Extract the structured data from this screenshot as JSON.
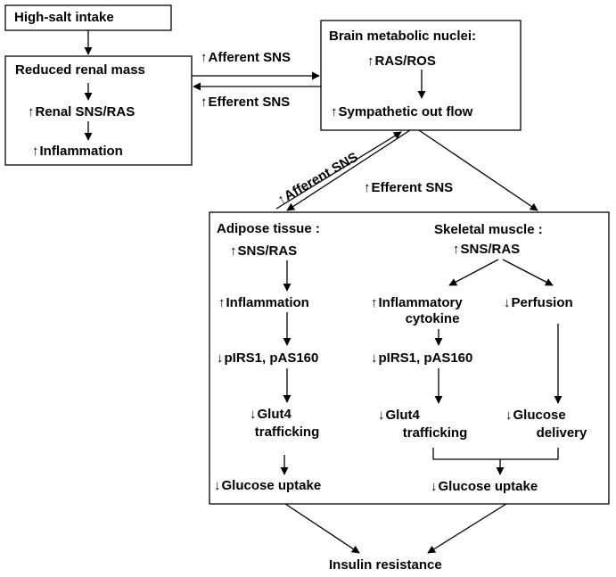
{
  "high_salt": "High-salt intake",
  "renal": {
    "title": "Reduced renal mass",
    "sns_ras": "Renal SNS/RAS",
    "inflammation": "Inflammation"
  },
  "links": {
    "afferent_top": "Afferent SNS",
    "efferent_top": "Efferent SNS",
    "afferent_diag": "Afferent SNS",
    "efferent_diag": "Efferent SNS"
  },
  "brain": {
    "title": "Brain metabolic nuclei:",
    "ras_ros": "RAS/ROS",
    "outflow": "Sympathetic out flow"
  },
  "adipose": {
    "title": "Adipose tissue :",
    "sns_ras": "SNS/RAS",
    "inflammation": "Inflammation",
    "irs": "pIRS1, pAS160",
    "glut4_l1": "Glut4",
    "glut4_l2": "trafficking",
    "uptake": "Glucose uptake"
  },
  "muscle": {
    "title": "Skeletal muscle :",
    "sns_ras": "SNS/RAS",
    "cyto_l1": "Inflammatory",
    "cyto_l2": "cytokine",
    "perfusion": "Perfusion",
    "irs": "pIRS1, pAS160",
    "glut4_l1": "Glut4",
    "glut4_l2": "trafficking",
    "delivery_l1": "Glucose",
    "delivery_l2": "delivery",
    "uptake": "Glucose uptake"
  },
  "outcome": "Insulin resistance"
}
